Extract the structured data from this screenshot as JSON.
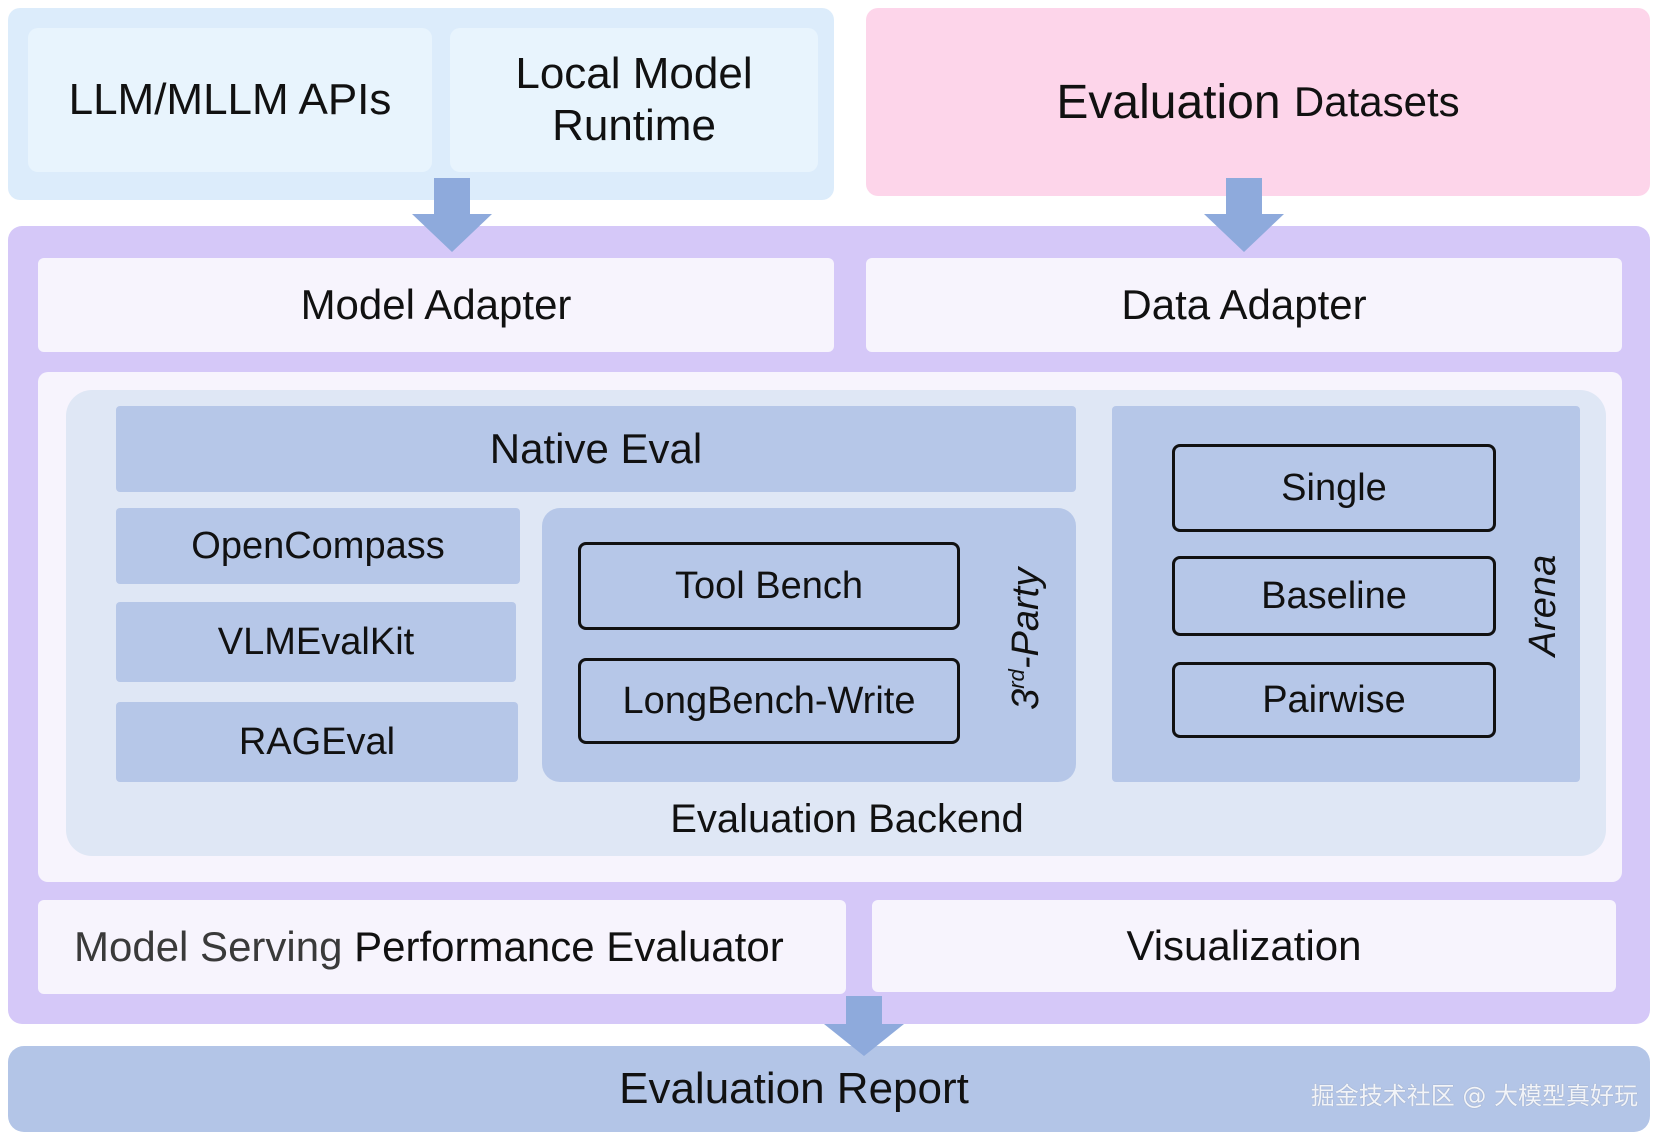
{
  "sources": {
    "apis_label": "LLM/MLLM APIs",
    "local_line1": "Local Model",
    "local_line2": "Runtime",
    "datasets_word1": "Evaluation",
    "datasets_word2": "Datasets"
  },
  "adapters": {
    "model": "Model Adapter",
    "data": "Data Adapter"
  },
  "backend": {
    "native_eval": "Native Eval",
    "native_items": [
      "OpenCompass",
      "VLMEvalKit",
      "RAGEval"
    ],
    "third_party_items": [
      "Tool Bench",
      "LongBench-Write"
    ],
    "third_party_prefix": "3",
    "third_party_sup": "rd",
    "third_party_suffix": "-Party",
    "arena_items": [
      "Single",
      "Baseline",
      "Pairwise"
    ],
    "arena_label": "Arena",
    "label": "Evaluation Backend"
  },
  "bottom": {
    "perf_part1": "Model Serving",
    "perf_part2": "Performance Evaluator",
    "visualization": "Visualization"
  },
  "report": {
    "label": "Evaluation Report"
  },
  "watermark": "掘金技术社区 @ 大模型真好玩",
  "colors": {
    "sources_panel": "#dcecfb",
    "datasets_panel": "#fdd5ea",
    "framework_panel": "#d5c8f8",
    "backend_blue": "#b6c7e8",
    "arrow": "#8eaadc"
  }
}
